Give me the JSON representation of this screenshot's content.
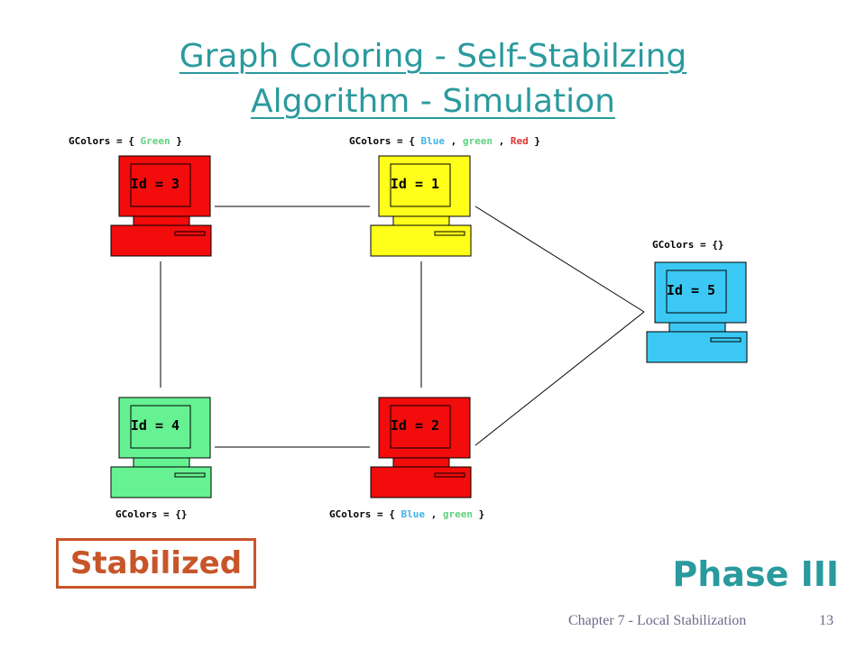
{
  "title": {
    "line1": "Graph Coloring - Self-Stabilzing",
    "line2": "Algorithm - Simulation"
  },
  "nodes": [
    {
      "id_label": "Id = 3",
      "color": "#f20c0c",
      "gcolors": [
        {
          "text": "GColors = { ",
          "color": ""
        },
        {
          "text": "Green",
          "color": "green"
        },
        {
          "text": " }",
          "color": ""
        }
      ]
    },
    {
      "id_label": "Id = 1",
      "color": "#ffff1a",
      "gcolors": [
        {
          "text": "GColors = { ",
          "color": ""
        },
        {
          "text": "Blue",
          "color": "blue"
        },
        {
          "text": " , ",
          "color": ""
        },
        {
          "text": "green",
          "color": "green"
        },
        {
          "text": " , ",
          "color": ""
        },
        {
          "text": "Red",
          "color": "red"
        },
        {
          "text": " }",
          "color": ""
        }
      ]
    },
    {
      "id_label": "Id = 5",
      "color": "#3cc8f4",
      "gcolors": [
        {
          "text": "GColors = {}",
          "color": ""
        }
      ]
    },
    {
      "id_label": "Id = 4",
      "color": "#66f292",
      "gcolors": [
        {
          "text": "GColors = {}",
          "color": ""
        }
      ]
    },
    {
      "id_label": "Id = 2",
      "color": "#f20c0c",
      "gcolors": [
        {
          "text": "GColors = { ",
          "color": ""
        },
        {
          "text": "Blue",
          "color": "blue"
        },
        {
          "text": " , ",
          "color": ""
        },
        {
          "text": "green",
          "color": "green"
        },
        {
          "text": " }",
          "color": ""
        }
      ]
    }
  ],
  "edges": [
    [
      "Id = 3",
      "Id = 1"
    ],
    [
      "Id = 3",
      "Id = 4"
    ],
    [
      "Id = 1",
      "Id = 2"
    ],
    [
      "Id = 4",
      "Id = 2"
    ],
    [
      "Id = 1",
      "Id = 5"
    ],
    [
      "Id = 2",
      "Id = 5"
    ]
  ],
  "status_label": "Stabilized",
  "phase_label": "Phase III",
  "footer": {
    "chapter": "Chapter 7 - Local Stabilization",
    "page": "13"
  },
  "colors": {
    "title": "#2a9a9e",
    "status": "#c8552a",
    "blue_text": "#3fb4e8",
    "green_text": "#5fd27f",
    "red_text": "#e23333"
  }
}
